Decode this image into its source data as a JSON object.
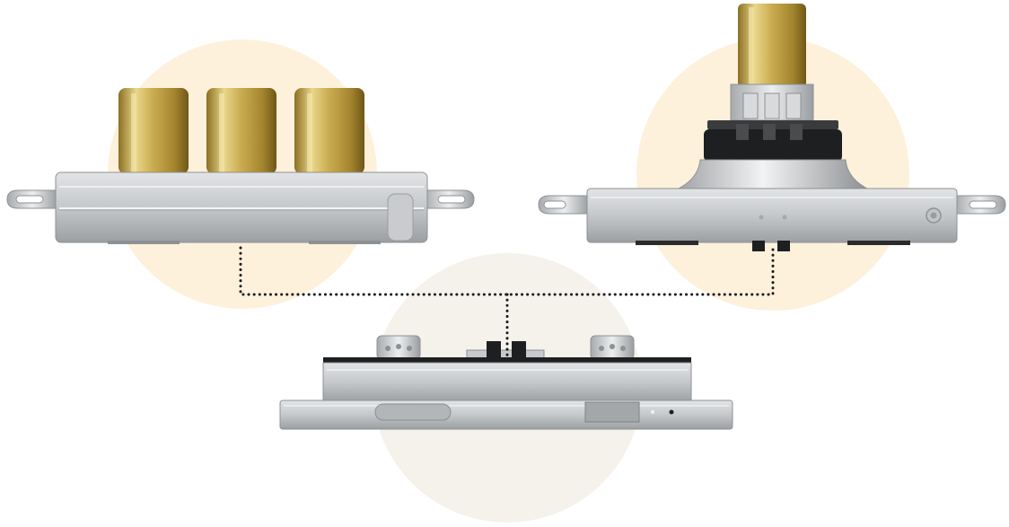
{
  "colors": {
    "background": "#ffffff",
    "highlight_circle_warm": "#fdf1dc",
    "highlight_circle_neutral": "#f4f2ea",
    "connector": "#1a1a1a",
    "housing_light": "#d4d6d8",
    "housing_mid": "#b7babd",
    "housing_dark": "#8e9194",
    "brass_light": "#e8d68a",
    "brass_mid": "#c9ab4f",
    "brass_dark": "#8c6f22",
    "rubber": "#1e1f21"
  },
  "views": [
    {
      "id": "front-view",
      "highlight": "warm",
      "connector_count": 3
    },
    {
      "id": "side-view",
      "highlight": "warm",
      "connector_count": 1
    },
    {
      "id": "top-view",
      "highlight": "neutral",
      "connector_count": 2
    }
  ],
  "connector_line": {
    "style": "dotted"
  }
}
